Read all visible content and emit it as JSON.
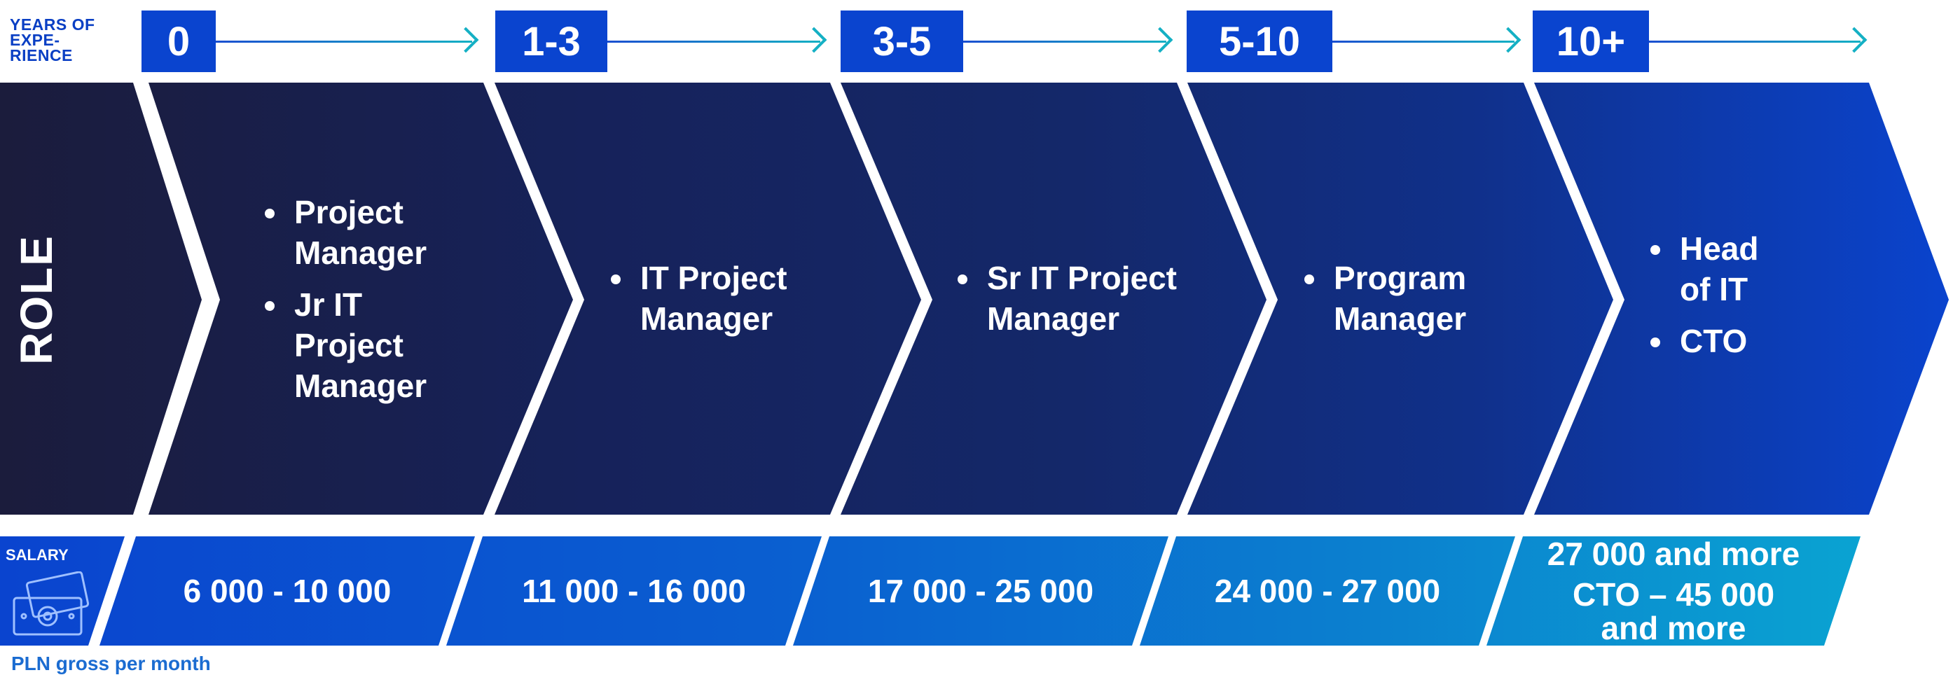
{
  "years": {
    "label_lines": [
      "YEARS OF",
      "EXPE-",
      "RIENCE"
    ],
    "ranges": [
      "0",
      "1-3",
      "3-5",
      "5-10",
      "10+"
    ]
  },
  "role": {
    "label": "ROLE",
    "stages": [
      [
        "Project Manager",
        "Jr IT Project Manager"
      ],
      [
        "IT Project Manager"
      ],
      [
        "Sr IT Project Manager"
      ],
      [
        "Program Manager"
      ],
      [
        "Head of IT",
        "CTO"
      ]
    ]
  },
  "salary": {
    "label": "SALARY",
    "icon": "money-icon",
    "values": [
      [
        "6 000 - 10 000"
      ],
      [
        "11 000 - 16 000"
      ],
      [
        "17 000 - 25 000"
      ],
      [
        "24 000 - 27 000"
      ],
      [
        "27 000 and more",
        "CTO – 45 000 and more"
      ]
    ],
    "note": "PLN gross per month"
  },
  "colors": {
    "chevron_dark": "#1b1c3c",
    "chevron_mid": "#14286a",
    "chevron_blue": "#0a44cf",
    "salary_start": "#0a44cf",
    "salary_end": "#0aa8d0",
    "accent_teal": "#14b0c4"
  }
}
